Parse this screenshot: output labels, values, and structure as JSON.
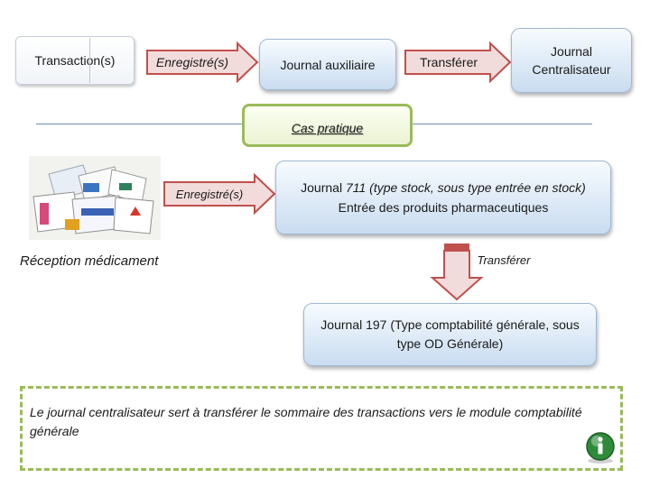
{
  "top_flow": {
    "transaction": "Transaction(s)",
    "enregistre": "Enregistré(s)",
    "journal_auxiliaire": "Journal auxiliaire",
    "transferer": "Transférer",
    "journal_centralisateur": "Journal Centralisateur"
  },
  "cas_pratique": "Cas pratique",
  "example": {
    "photo_caption": "Réception médicament",
    "enregistre": "Enregistré(s)",
    "journal_711": {
      "line1_prefix": "Journal ",
      "line1_rest": "711 (type stock, sous type entrée en stock)",
      "line2": "Entrée des produits pharmaceutiques"
    },
    "transferer": "Transférer",
    "journal_197": "Journal 197 (Type comptabilité générale, sous type OD Générale)"
  },
  "note": "Le journal centralisateur sert à transférer le sommaire des transactions vers le module comptabilité générale",
  "icons": {
    "info": "info-icon",
    "medication": "medication-boxes-photo"
  },
  "colors": {
    "arrow_fill": "#f2dcdb",
    "arrow_stroke": "#c0504d",
    "green_border": "#9bbb59",
    "blue_box": "#c9dcf0"
  }
}
